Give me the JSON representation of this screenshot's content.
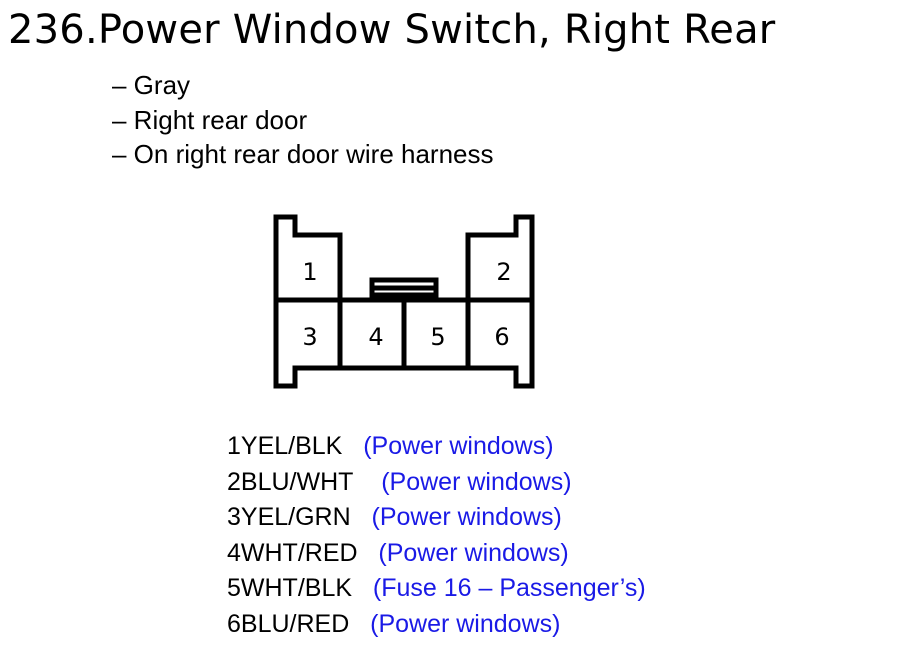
{
  "title": "236.Power Window Switch, Right Rear",
  "details": [
    "– Gray",
    "– Right rear door",
    "– On right rear door wire harness"
  ],
  "connector": {
    "pins": [
      "1",
      "2",
      "3",
      "4",
      "5",
      "6"
    ]
  },
  "wires": [
    {
      "pin": "1",
      "color": "YEL/BLK",
      "note": "(Power windows)"
    },
    {
      "pin": "2",
      "color": "BLU/WHT",
      "note": "(Power windows)"
    },
    {
      "pin": "3",
      "color": "YEL/GRN",
      "note": "(Power windows)"
    },
    {
      "pin": "4",
      "color": "WHT/RED",
      "note": "(Power windows)"
    },
    {
      "pin": "5",
      "color": "WHT/BLK",
      "note": "(Fuse 16 – Passenger’s)"
    },
    {
      "pin": "6",
      "color": "BLU/RED",
      "note": "(Power windows)"
    }
  ],
  "colors": {
    "note": "#1a1ae6",
    "text": "#000000"
  }
}
